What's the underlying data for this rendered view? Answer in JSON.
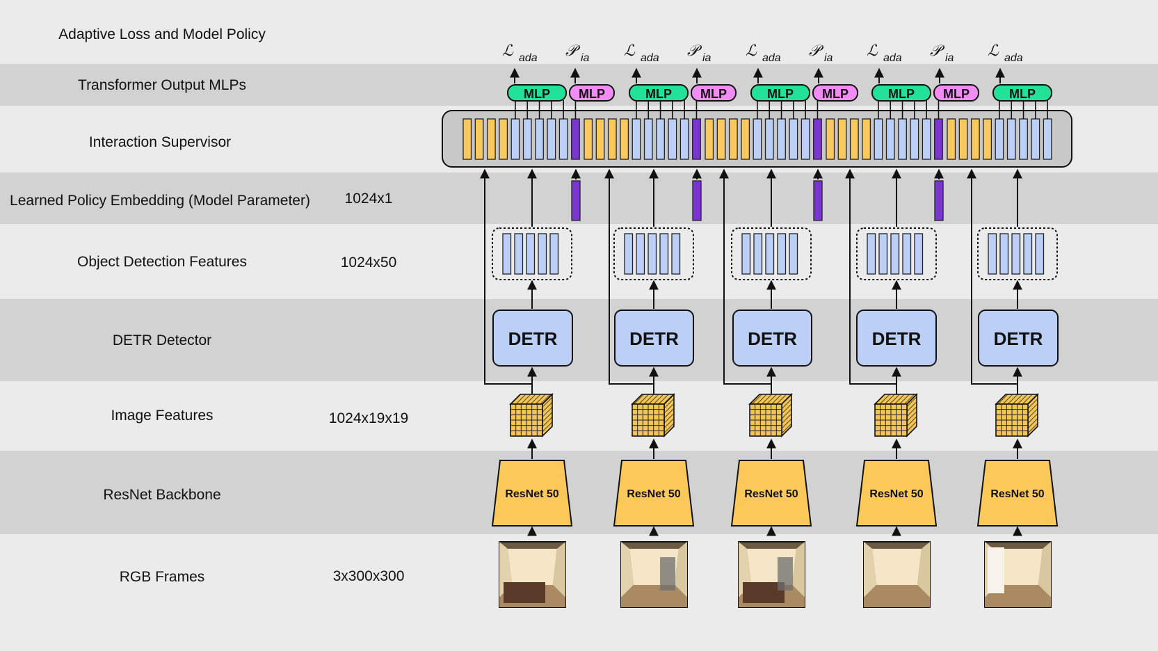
{
  "rows": [
    {
      "key": "loss_policy",
      "label": "Adaptive Loss and Model Policy",
      "dim": ""
    },
    {
      "key": "mlps",
      "label": "Transformer Output MLPs",
      "dim": ""
    },
    {
      "key": "supervisor",
      "label": "Interaction Supervisor",
      "dim": ""
    },
    {
      "key": "policy_embedding",
      "label": "Learned Policy Embedding (Model Parameter)",
      "dim": "1024x1"
    },
    {
      "key": "object_features",
      "label": "Object Detection Features",
      "dim": "1024x50"
    },
    {
      "key": "detr",
      "label": "DETR Detector",
      "dim": ""
    },
    {
      "key": "image_features",
      "label": "Image Features",
      "dim": "1024x19x19"
    },
    {
      "key": "backbone",
      "label": "ResNet Backbone",
      "dim": ""
    },
    {
      "key": "frames",
      "label": "RGB Frames",
      "dim": "3x300x300"
    }
  ],
  "columns": {
    "count": 5,
    "detr_label": "DETR",
    "resnet_label": "ResNet 50",
    "mlp_label": "MLP",
    "loss_symbol": "ℒ",
    "loss_subscript": "ada",
    "policy_symbol": "𝒫",
    "policy_subscript": "ia"
  },
  "colors": {
    "band_light": "#ebebeb",
    "band_dark": "#d2d2d2",
    "token_yellow": "#f9c95e",
    "token_blue": "#bcd0f7",
    "token_purple": "#7b35d0",
    "mlp_green": "#22e29a",
    "mlp_pink": "#f28cf5",
    "detr_blue": "#bcd0f7",
    "resnet_yellow": "#fbc85a",
    "supervisor_gray": "#c8c8c8"
  }
}
